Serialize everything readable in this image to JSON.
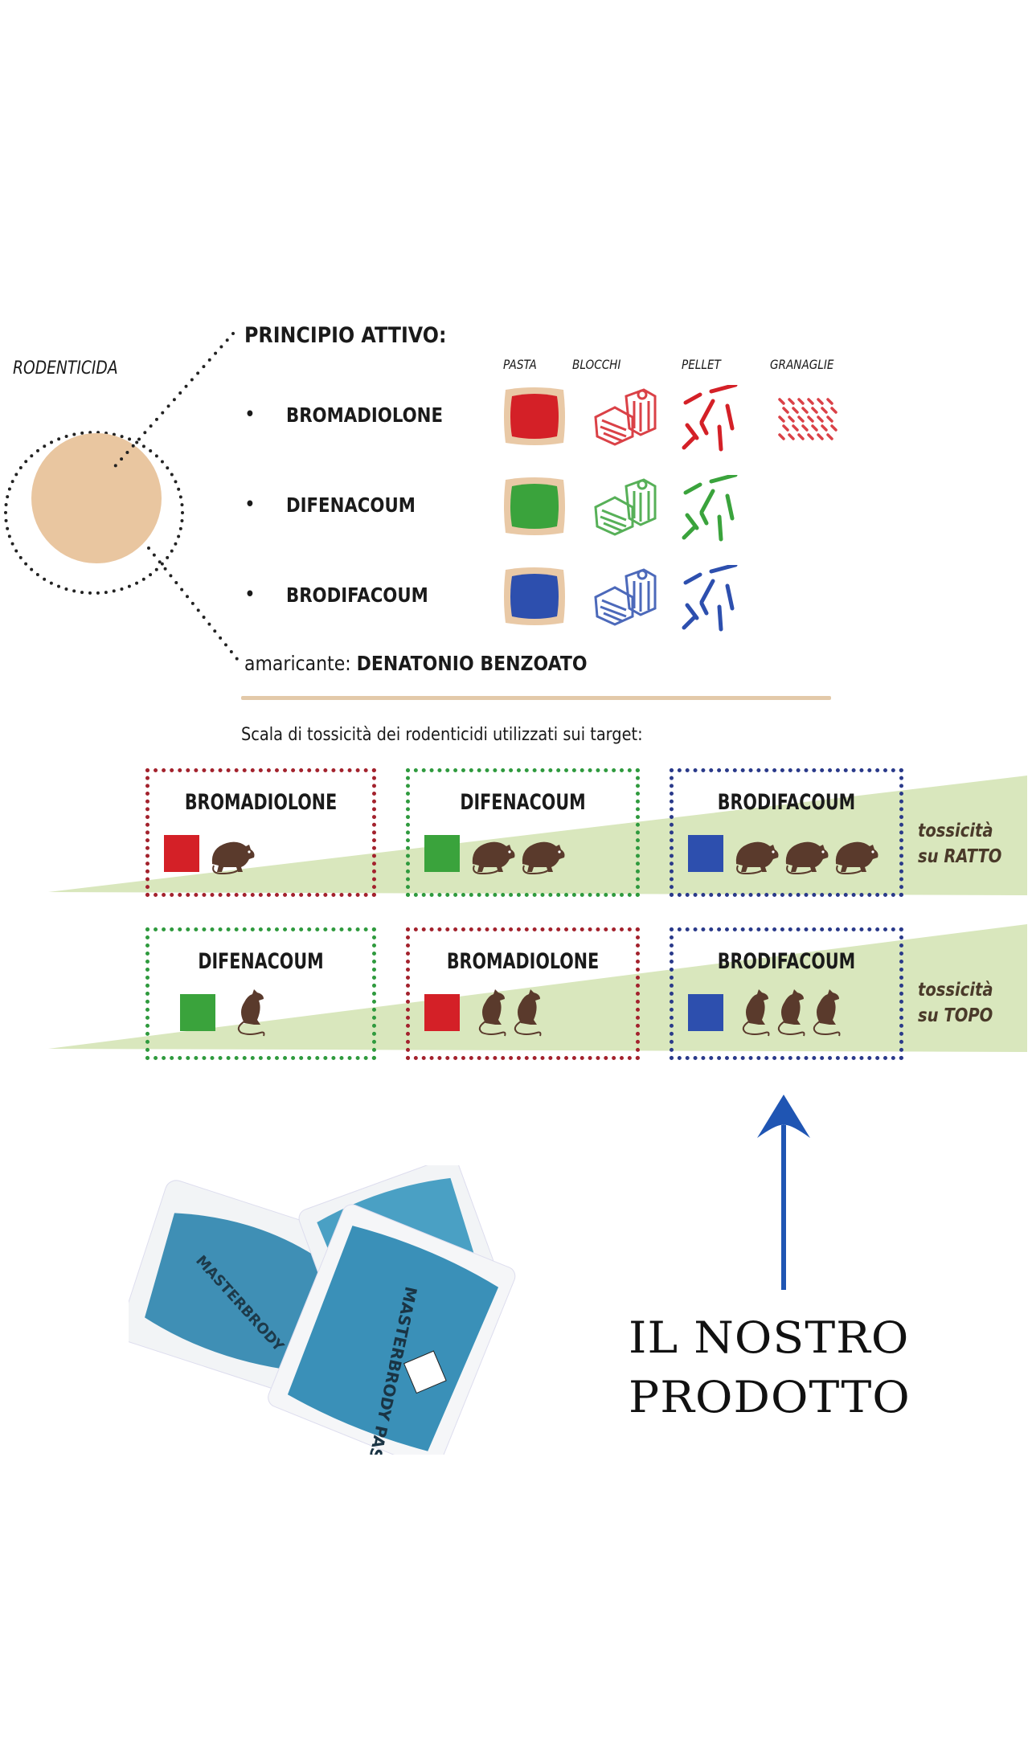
{
  "rodenticida_label": "RODENTICIDA",
  "principio_title": "PRINCIPIO ATTIVO:",
  "formulations": [
    "PASTA",
    "BLOCCHI",
    "PELLET",
    "GRANAGLIE"
  ],
  "ingredients": [
    {
      "name": "BROMADIOLONE",
      "color": "#d42027",
      "forms": [
        "pasta",
        "blocchi",
        "pellet",
        "granaglie"
      ]
    },
    {
      "name": "DIFENACOUM",
      "color": "#3aa33c",
      "forms": [
        "pasta",
        "blocchi",
        "pellet"
      ]
    },
    {
      "name": "BRODIFACOUM",
      "color": "#2d4fae",
      "forms": [
        "pasta",
        "blocchi",
        "pellet"
      ]
    }
  ],
  "bittering": {
    "label": "amaricante:",
    "value": "DENATONIO BENZOATO"
  },
  "scale_title": "Scala di tossicità dei rodenticidi utilizzati sui target:",
  "toxicity_rows": [
    {
      "target_line1": "tossicità",
      "target_line2": "su RATTO",
      "animal": "rat",
      "boxes": [
        {
          "name": "BROMADIOLONE",
          "color": "#d42027",
          "border": "#a3222d",
          "count": 1
        },
        {
          "name": "DIFENACOUM",
          "color": "#3aa33c",
          "border": "#2f9a3e",
          "count": 2
        },
        {
          "name": "BRODIFACOUM",
          "color": "#2d4fae",
          "border": "#2a3a8a",
          "count": 3
        }
      ]
    },
    {
      "target_line1": "tossicità",
      "target_line2": "su TOPO",
      "animal": "mouse",
      "boxes": [
        {
          "name": "DIFENACOUM",
          "color": "#3aa33c",
          "border": "#2f9a3e",
          "count": 1
        },
        {
          "name": "BROMADIOLONE",
          "color": "#d42027",
          "border": "#a3222d",
          "count": 2
        },
        {
          "name": "BRODIFACOUM",
          "color": "#2d4fae",
          "border": "#2a3a8a",
          "count": 3
        }
      ]
    }
  ],
  "product": {
    "line1": "IL NOSTRO",
    "line2": "PRODOTTO",
    "package_text": "MASTERBRODY PASTA",
    "arrow_color": "#1f55b3"
  },
  "colors": {
    "beige": "#e9c6a0",
    "wedge": "#d9e7bd",
    "rodent": "#5a3a2c"
  }
}
